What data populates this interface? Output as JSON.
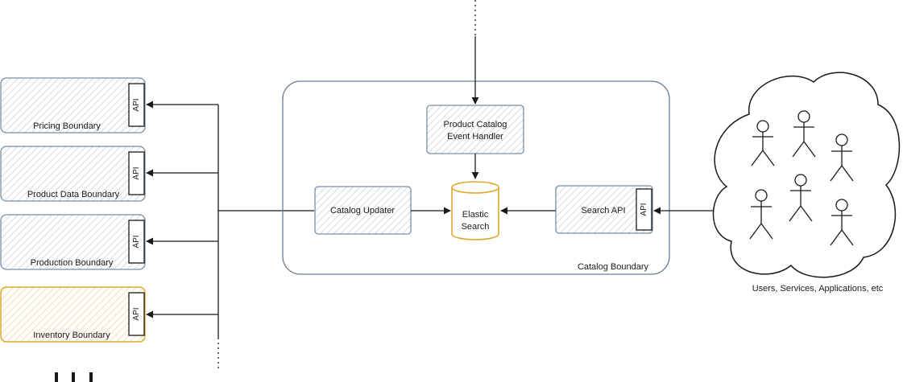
{
  "boundaries": [
    {
      "label": "Pricing Boundary",
      "api": "API",
      "highlight": false
    },
    {
      "label": "Product Data Boundary",
      "api": "API",
      "highlight": false
    },
    {
      "label": "Production Boundary",
      "api": "API",
      "highlight": false
    },
    {
      "label": "Inventory Boundary",
      "api": "API",
      "highlight": true
    }
  ],
  "catalog": {
    "boundary_label": "Catalog Boundary",
    "event_handler_line1": "Product Catalog",
    "event_handler_line2": "Event Handler",
    "updater_label": "Catalog Updater",
    "search_api_label": "Search API",
    "search_api_tab": "API",
    "db_line1": "Elastic",
    "db_line2": "Search"
  },
  "consumers": {
    "label": "Users, Services, Applications, etc",
    "actor_count": 6
  },
  "colors": {
    "stroke": "#1a1a1a",
    "box_border": "#7a8ea8",
    "hatch": "#d0d6de",
    "highlight": "#e0a82e",
    "catalog_border": "#6b7f96"
  }
}
